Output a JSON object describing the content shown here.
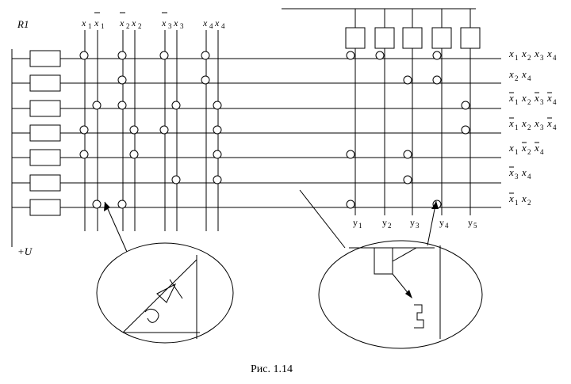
{
  "labels": {
    "r1": "R1",
    "supply": "+U",
    "caption": "Рис. 1.14"
  },
  "inputs": [
    {
      "sym": "x",
      "sub": "1",
      "bar": false
    },
    {
      "sym": "x",
      "sub": "1",
      "bar": true
    },
    {
      "sym": "x",
      "sub": "2",
      "bar": true
    },
    {
      "sym": "x",
      "sub": "2",
      "bar": false
    },
    {
      "sym": "x",
      "sub": "3",
      "bar": true
    },
    {
      "sym": "x",
      "sub": "3",
      "bar": false
    },
    {
      "sym": "x",
      "sub": "4",
      "bar": false
    },
    {
      "sym": "x",
      "sub": "4",
      "bar": false
    }
  ],
  "outputs": [
    {
      "sym": "y",
      "sub": "1"
    },
    {
      "sym": "y",
      "sub": "2"
    },
    {
      "sym": "y",
      "sub": "3"
    },
    {
      "sym": "y",
      "sub": "4"
    },
    {
      "sym": "y",
      "sub": "5"
    }
  ],
  "terms": [
    [
      {
        "v": "x",
        "s": "1",
        "b": false
      },
      {
        "v": "x",
        "s": "2",
        "b": false
      },
      {
        "v": "x",
        "s": "3",
        "b": false
      },
      {
        "v": "x",
        "s": "4",
        "b": false
      }
    ],
    [
      {
        "v": "x",
        "s": "2",
        "b": false
      },
      {
        "v": "x",
        "s": "4",
        "b": false
      }
    ],
    [
      {
        "v": "x",
        "s": "1",
        "b": true
      },
      {
        "v": "x",
        "s": "2",
        "b": false
      },
      {
        "v": "x",
        "s": "3",
        "b": true
      },
      {
        "v": "x",
        "s": "4",
        "b": true
      }
    ],
    [
      {
        "v": "x",
        "s": "1",
        "b": true
      },
      {
        "v": "x",
        "s": "2",
        "b": false
      },
      {
        "v": "x",
        "s": "3",
        "b": false
      },
      {
        "v": "x",
        "s": "4",
        "b": true
      }
    ],
    [
      {
        "v": "x",
        "s": "1",
        "b": false
      },
      {
        "v": "x",
        "s": "2",
        "b": true
      },
      {
        "v": "x",
        "s": "4",
        "b": true
      }
    ],
    [
      {
        "v": "x",
        "s": "3",
        "b": true
      },
      {
        "v": "x",
        "s": "4",
        "b": false
      }
    ],
    [
      {
        "v": "x",
        "s": "1",
        "b": true
      },
      {
        "v": "x",
        "s": "2",
        "b": false
      }
    ]
  ]
}
